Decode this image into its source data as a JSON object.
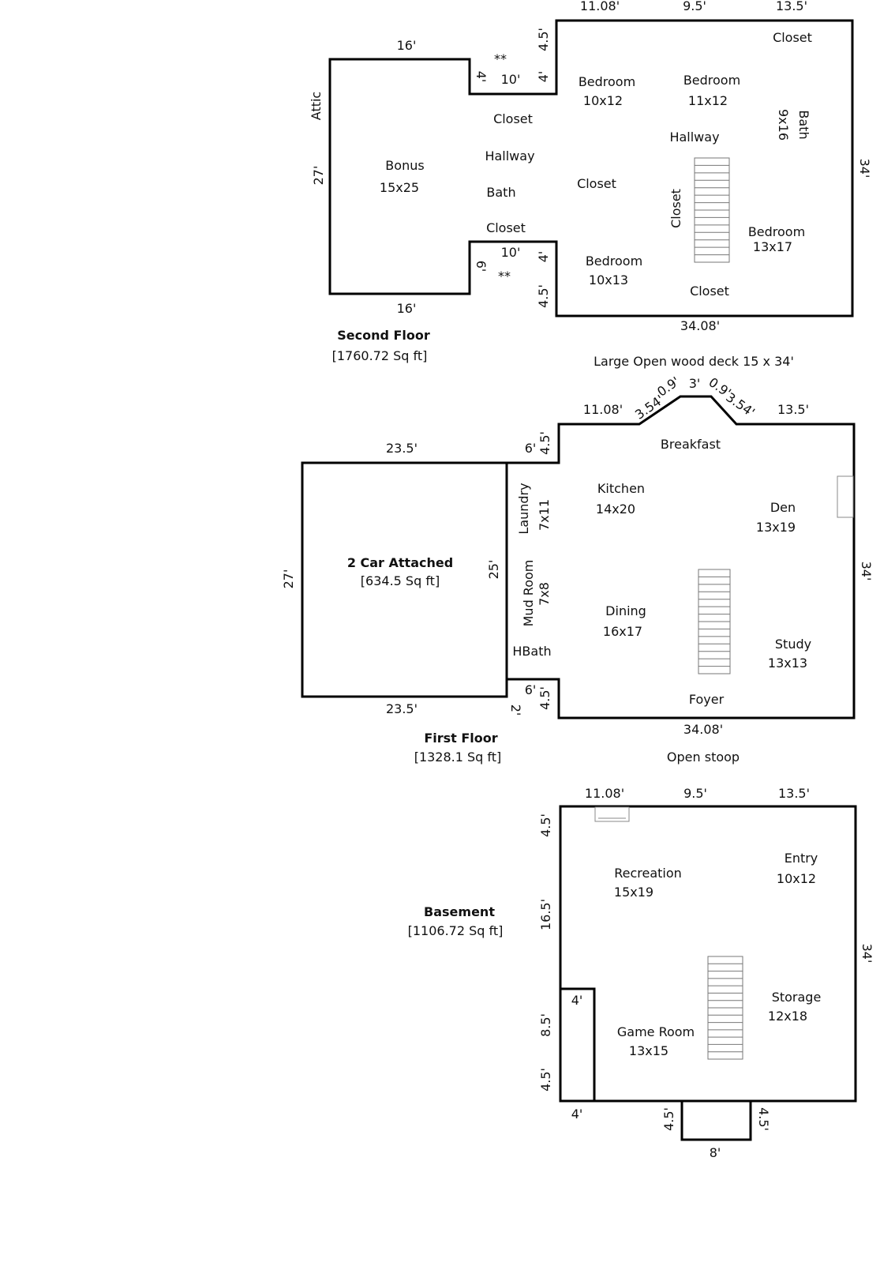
{
  "plan": {
    "second_floor": {
      "title": "Second Floor",
      "area": "[1760.72 Sq ft]",
      "dims": {
        "top_a": "11.08'",
        "top_b": "9.5'",
        "top_c": "13.5'",
        "bonus_top": "16'",
        "bonus_bottom": "16'",
        "bonus_side": "27'",
        "right_side": "34'",
        "bottom": "34.08'",
        "notch_top_h": "4.5'",
        "notch_top_v": "4'",
        "notch_top_v2": "4'",
        "notch_top_w": "10'",
        "notch_bot_w": "10'",
        "notch_bot_v": "4'",
        "notch_bot_v2": "6'",
        "notch_bot_h": "4.5'",
        "mark_top": "**",
        "mark_bot": "**"
      },
      "labels": {
        "attic": "Attic",
        "bonus": "Bonus",
        "bonus_size": "15x25",
        "closet_1": "Closet",
        "hallway_1": "Hallway",
        "bath_1": "Bath",
        "closet_2": "Closet",
        "bedroom_1": "Bedroom",
        "bedroom_1_size": "10x12",
        "bedroom_2": "Bedroom",
        "bedroom_2_size": "11x12",
        "closet_3": "Closet",
        "bath_2": "Bath",
        "bath_2_size": "9x16",
        "hallway_2": "Hallway",
        "closet_4": "Closet",
        "closet_5": "Closet",
        "bedroom_3": "Bedroom",
        "bedroom_3_size": "13x17",
        "bedroom_4": "Bedroom",
        "bedroom_4_size": "10x13",
        "closet_6": "Closet"
      }
    },
    "first_floor": {
      "deck": "Large Open wood deck 15 x 34'",
      "title": "First Floor",
      "area": "[1328.1 Sq ft]",
      "stoop": "Open stoop",
      "dims": {
        "top_a": "11.08'",
        "bay_1": "3.54'",
        "bay_2": "0.9'",
        "bay_3": "3'",
        "bay_4": "0.9'",
        "bay_5": "3.54'",
        "top_c": "13.5'",
        "garage_top": "23.5'",
        "garage_bottom": "23.5'",
        "garage_side": "27'",
        "garage_inner": "25'",
        "step_top_w": "6'",
        "step_top_h": "4.5'",
        "step_bot_w": "6'",
        "step_bot_h": "4.5'",
        "step_bot_v": "2'",
        "right_side": "34'",
        "bottom": "34.08'"
      },
      "labels": {
        "garage": "2 Car Attached",
        "garage_area": "[634.5 Sq ft]",
        "breakfast": "Breakfast",
        "kitchen": "Kitchen",
        "kitchen_size": "14x20",
        "den": "Den",
        "den_size": "13x19",
        "laundry": "Laundry",
        "laundry_size": "7x11",
        "mudroom": "Mud Room",
        "mudroom_size": "7x8",
        "dining": "Dining",
        "dining_size": "16x17",
        "study": "Study",
        "study_size": "13x13",
        "hbath": "HBath",
        "foyer": "Foyer"
      }
    },
    "basement": {
      "title": "Basement",
      "area": "[1106.72 Sq ft]",
      "dims": {
        "top_a": "11.08'",
        "top_b": "9.5'",
        "top_c": "13.5'",
        "left_a": "4.5'",
        "left_b": "16.5'",
        "left_c": "8.5'",
        "left_d": "4.5'",
        "right_side": "34'",
        "inner_w": "4'",
        "bottom_w": "4'",
        "bump_l": "4.5'",
        "bump_r": "4.5'",
        "bump_w": "8'"
      },
      "labels": {
        "recreation": "Recreation",
        "recreation_size": "15x19",
        "entry": "Entry",
        "entry_size": "10x12",
        "storage": "Storage",
        "storage_size": "12x18",
        "game": "Game Room",
        "game_size": "13x15"
      }
    }
  }
}
